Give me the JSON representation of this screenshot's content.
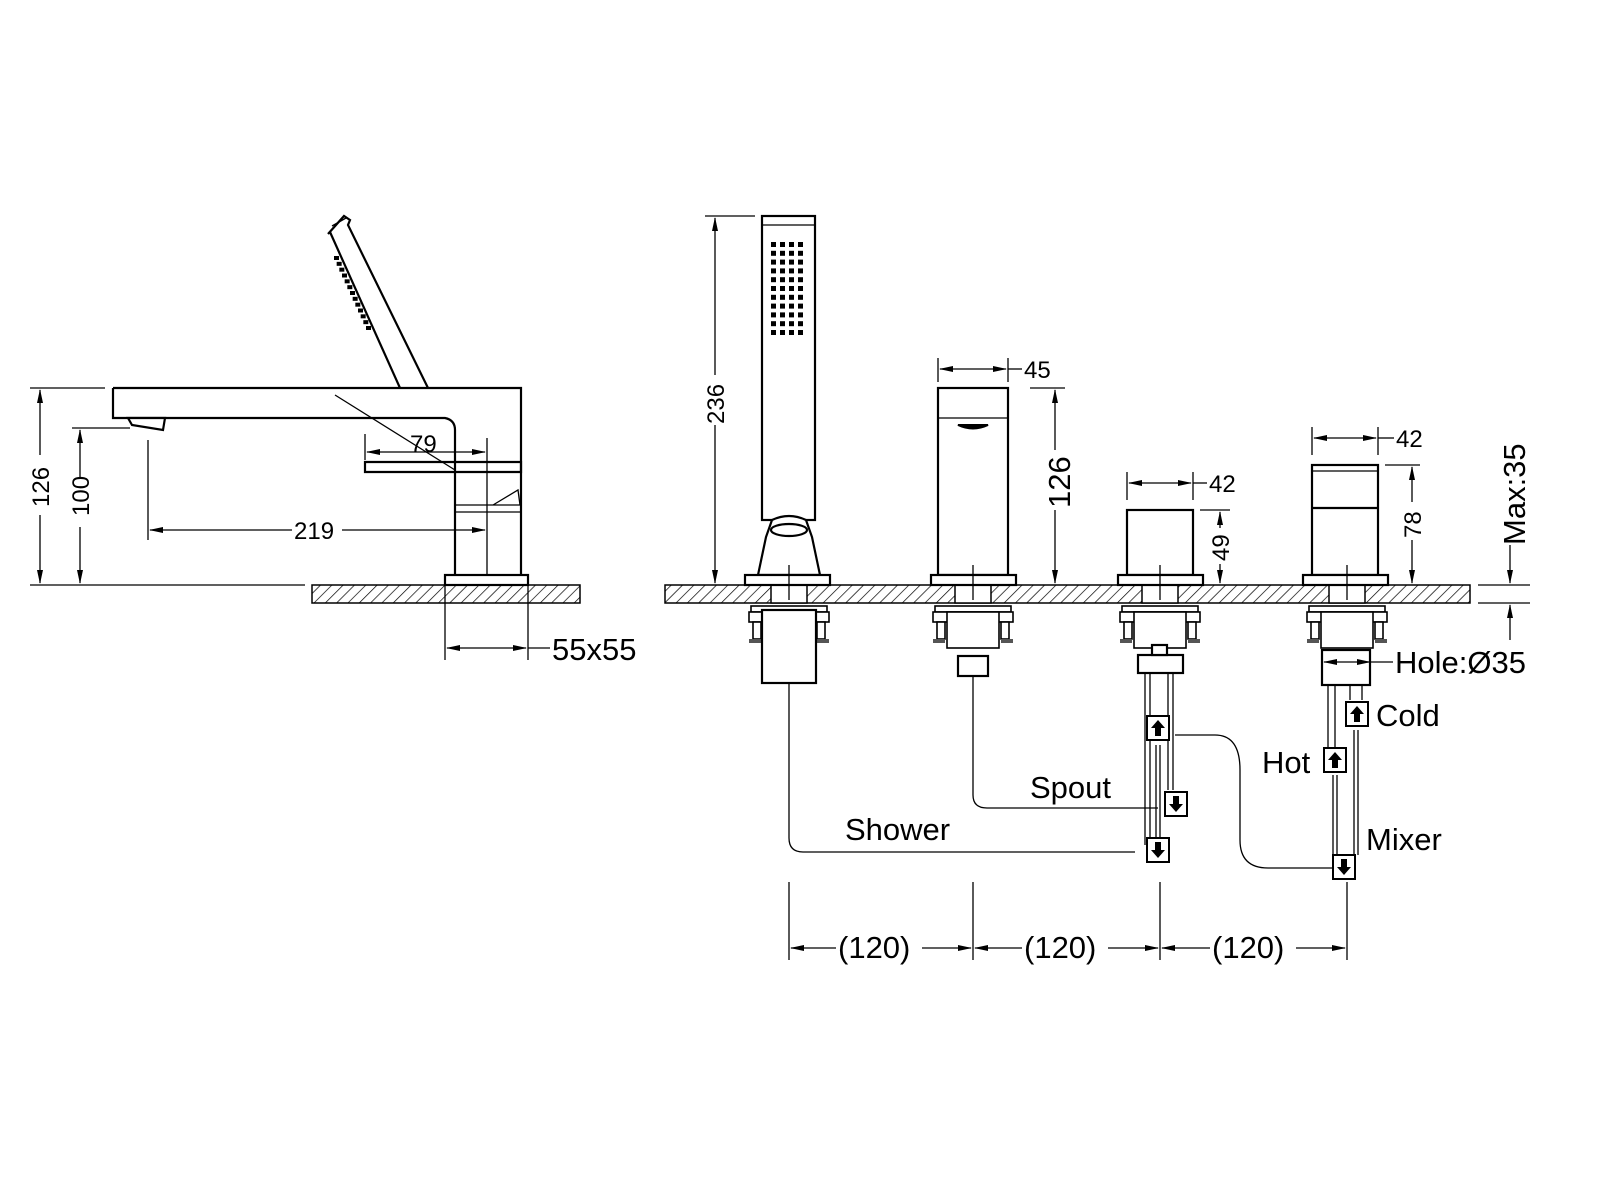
{
  "title": "Bath shower mixer 4-hole deck mounted installation drawing",
  "side_view": {
    "dim_total_height": "126",
    "dim_spout_height": "100",
    "dim_reach": "219",
    "dim_lever": "79",
    "dim_base": "55x55"
  },
  "front_view": {
    "dim_handshower_height": "236",
    "dim_spout_width": "45",
    "dim_spout_height": "126",
    "dim_diverter_width": "42",
    "dim_diverter_height": "49",
    "dim_mixer_width": "42",
    "dim_mixer_height": "78",
    "dim_deck_max": "Max:35",
    "dim_hole": "Hole:Ø35",
    "pitch": [
      "(120)",
      "(120)",
      "(120)"
    ]
  },
  "labels": {
    "shower": "Shower",
    "spout": "Spout",
    "hot": "Hot",
    "cold": "Cold",
    "mixer": "Mixer"
  },
  "colors": {
    "line": "#000000",
    "background": "#ffffff"
  }
}
